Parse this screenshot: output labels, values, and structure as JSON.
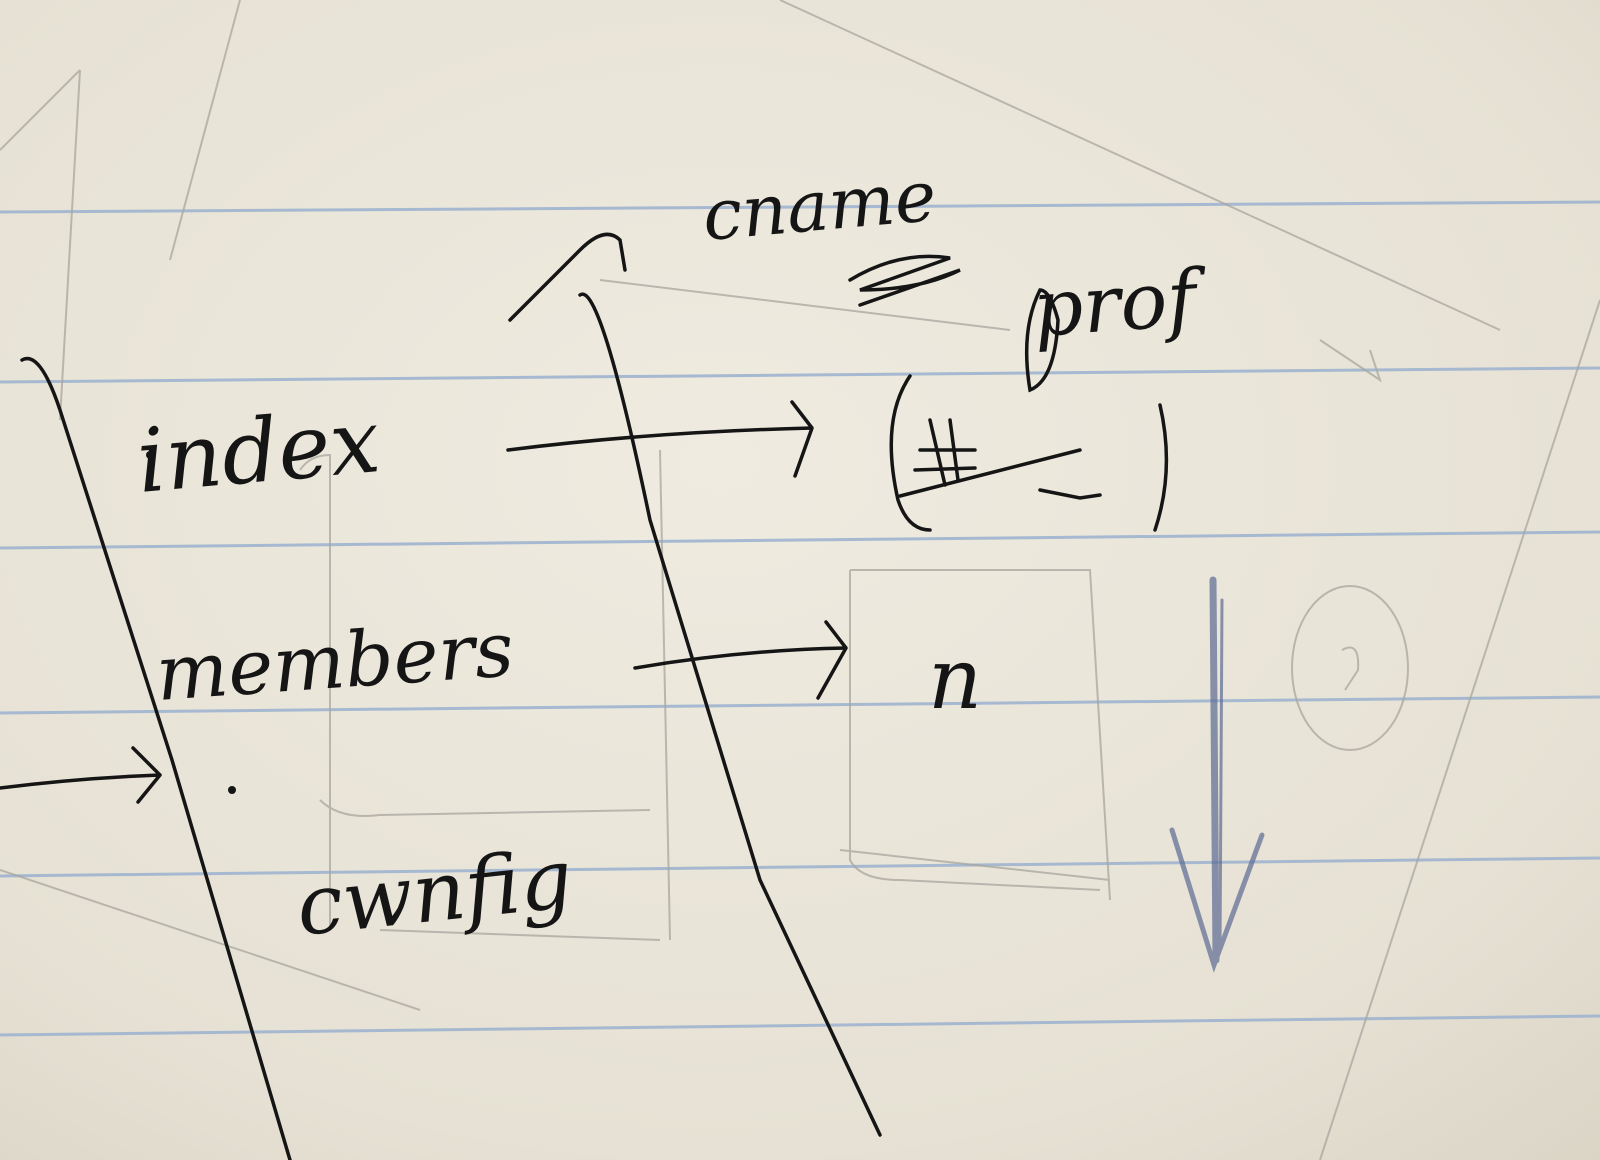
{
  "sketch": {
    "labels": {
      "index": "index",
      "members": "members",
      "config": "cwnfig",
      "name": "cname",
      "prof": "prof",
      "n": "n"
    },
    "colors": {
      "paper": "#e9e4d8",
      "rule_line": "#9fb4cf",
      "ink": "#151515",
      "pencil": "#a8a69f",
      "blue_pencil": "#5c6b93"
    }
  }
}
